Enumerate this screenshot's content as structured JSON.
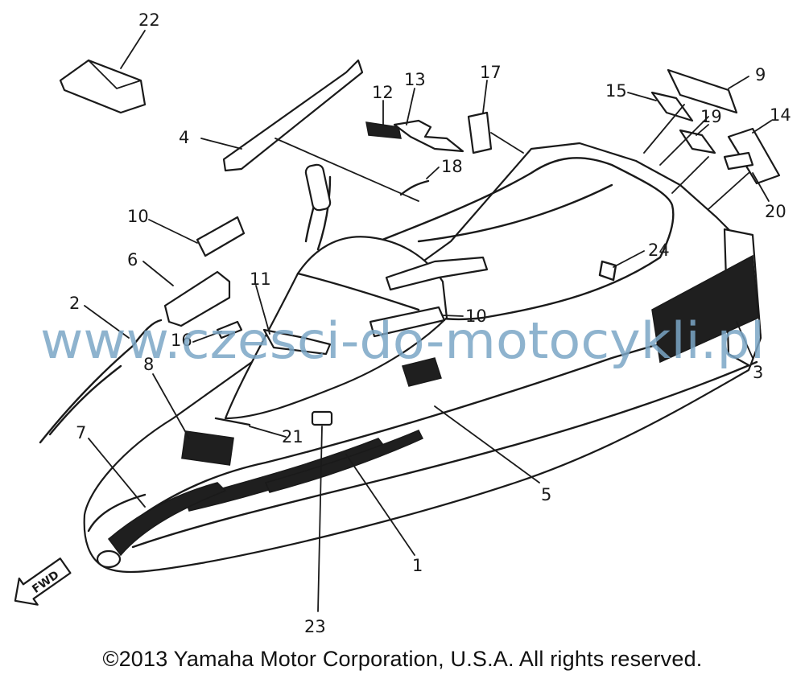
{
  "diagram": {
    "callouts": [
      "1",
      "2",
      "3",
      "4",
      "5",
      "6",
      "7",
      "8",
      "9",
      "10",
      "10",
      "11",
      "12",
      "13",
      "14",
      "15",
      "16",
      "17",
      "18",
      "19",
      "20",
      "21",
      "22",
      "23",
      "24"
    ],
    "direction_label": "FWD"
  },
  "watermark": "www.czesci-do-motocykli.pl",
  "copyright": "©2013 Yamaha Motor Corporation, U.S.A. All rights reserved."
}
